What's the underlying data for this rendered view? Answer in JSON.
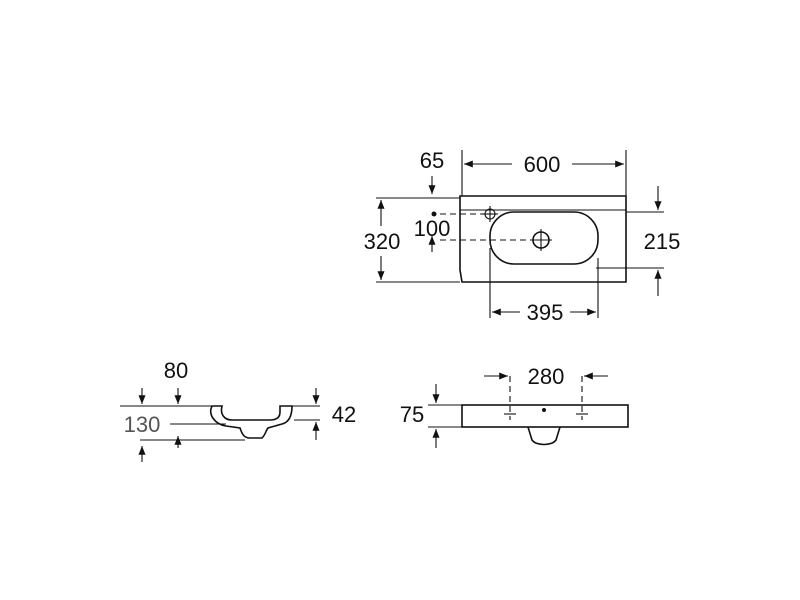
{
  "dimensions": {
    "width": "600",
    "tap_offset": "65",
    "depth": "320",
    "tap_hole_position": "100",
    "basin_length": "395",
    "basin_depth": "215",
    "side_height": "130",
    "overflow_offset": "80",
    "bowl_height": "42",
    "front_height": "75",
    "fixing_distance": "280"
  }
}
